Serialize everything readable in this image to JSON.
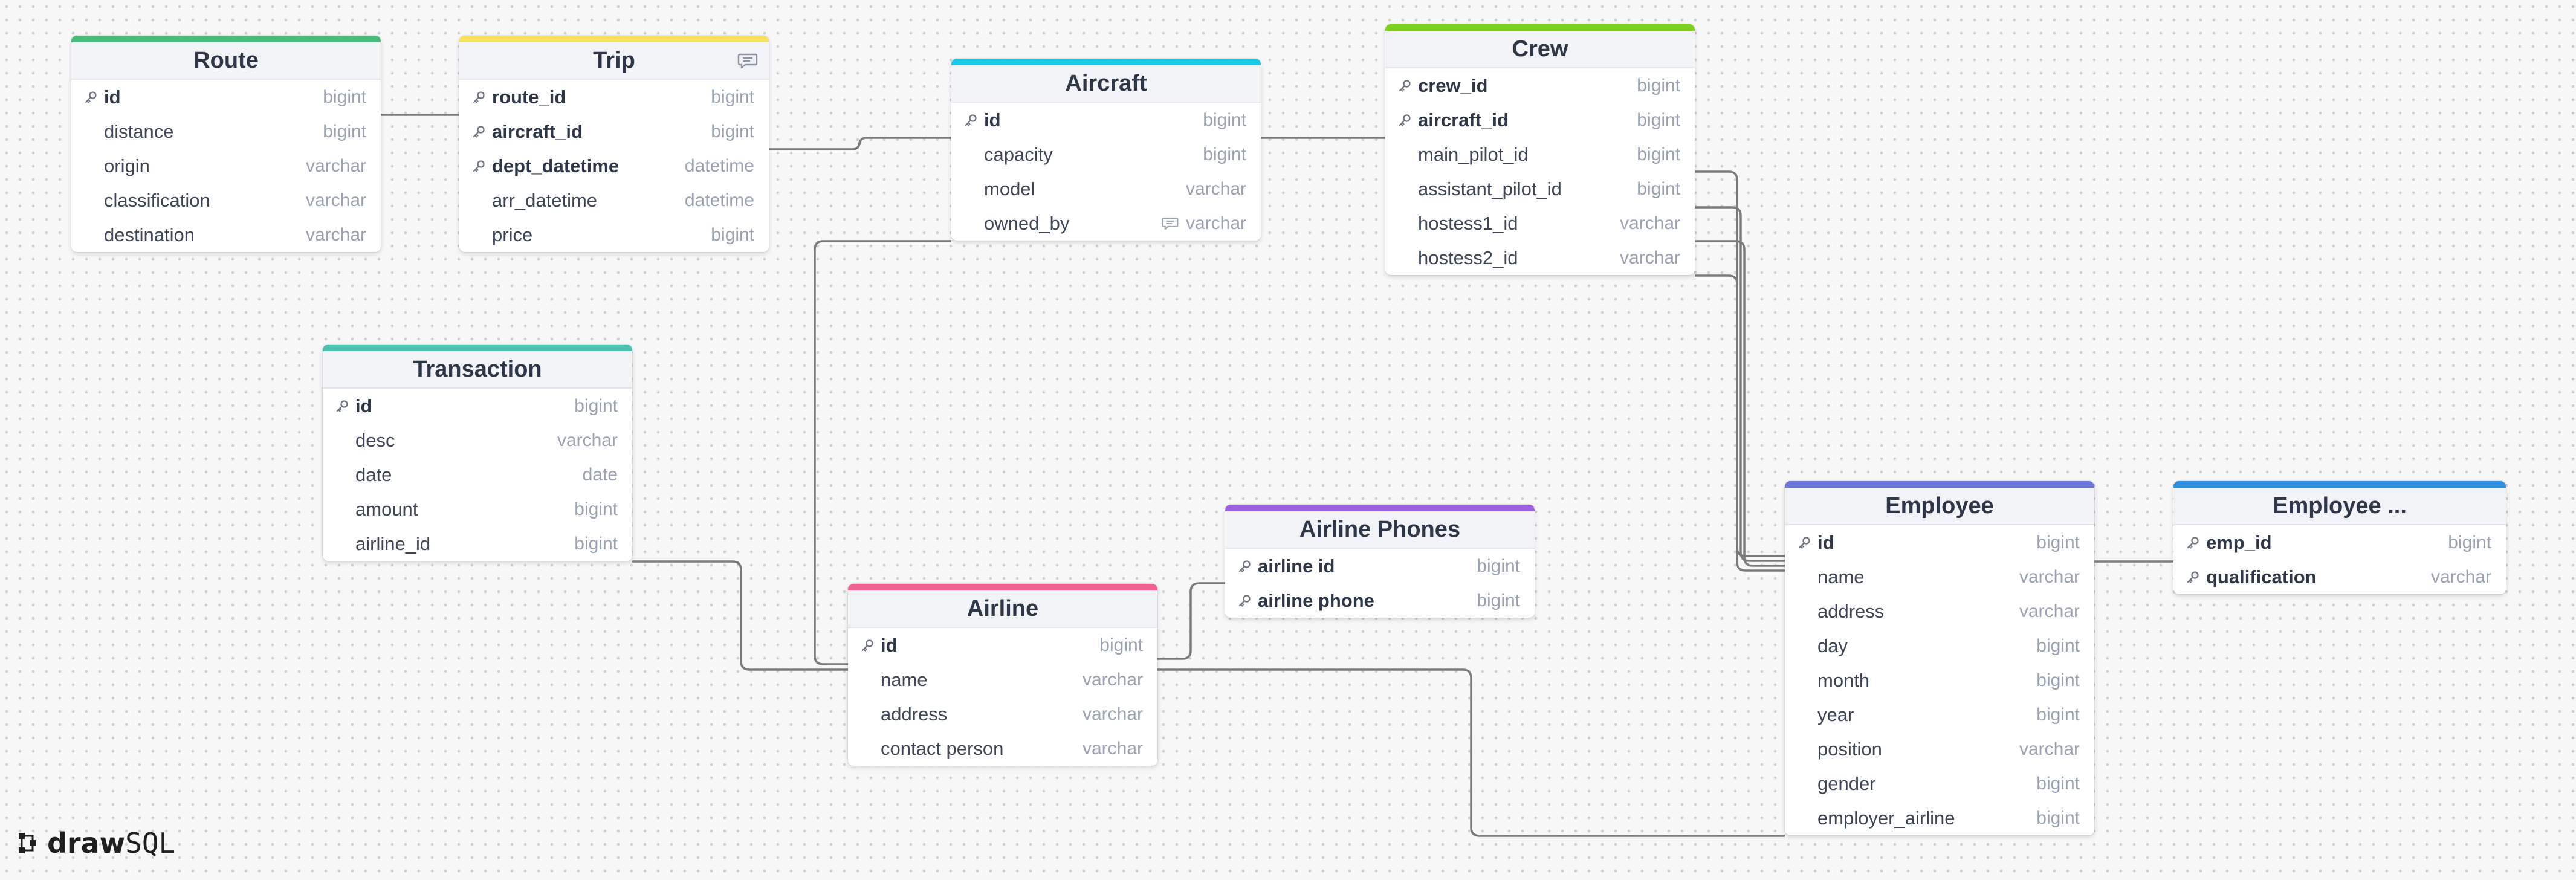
{
  "tables": [
    {
      "id": "route",
      "title": "Route",
      "accent": "#48bb78",
      "columns": [
        {
          "name": "id",
          "type": "bigint",
          "key": true,
          "bold": true
        },
        {
          "name": "distance",
          "type": "bigint"
        },
        {
          "name": "origin",
          "type": "varchar"
        },
        {
          "name": "classification",
          "type": "varchar"
        },
        {
          "name": "destination",
          "type": "varchar"
        }
      ]
    },
    {
      "id": "trip",
      "title": "Trip",
      "accent": "#f6e05e",
      "has_comment": true,
      "columns": [
        {
          "name": "route_id",
          "type": "bigint",
          "key": true,
          "bold": true
        },
        {
          "name": "aircraft_id",
          "type": "bigint",
          "key": true,
          "bold": true
        },
        {
          "name": "dept_datetime",
          "type": "datetime",
          "key": true,
          "bold": true
        },
        {
          "name": "arr_datetime",
          "type": "datetime"
        },
        {
          "name": "price",
          "type": "bigint"
        }
      ]
    },
    {
      "id": "aircraft",
      "title": "Aircraft",
      "accent": "#1ec8e8",
      "columns": [
        {
          "name": "id",
          "type": "bigint",
          "key": true,
          "bold": true
        },
        {
          "name": "capacity",
          "type": "bigint"
        },
        {
          "name": "model",
          "type": "varchar"
        },
        {
          "name": "owned_by",
          "type": "varchar",
          "comment": true
        }
      ]
    },
    {
      "id": "crew",
      "title": "Crew",
      "accent": "#7ccf1f",
      "columns": [
        {
          "name": "crew_id",
          "type": "bigint",
          "key": true,
          "bold": true
        },
        {
          "name": "aircraft_id",
          "type": "bigint",
          "key": true,
          "bold": true
        },
        {
          "name": "main_pilot_id",
          "type": "bigint"
        },
        {
          "name": "assistant_pilot_id",
          "type": "bigint"
        },
        {
          "name": "hostess1_id",
          "type": "varchar"
        },
        {
          "name": "hostess2_id",
          "type": "varchar"
        }
      ]
    },
    {
      "id": "transaction",
      "title": "Transaction",
      "accent": "#4fc1b0",
      "columns": [
        {
          "name": "id",
          "type": "bigint",
          "key": true,
          "bold": true
        },
        {
          "name": "desc",
          "type": "varchar"
        },
        {
          "name": "date",
          "type": "date"
        },
        {
          "name": "amount",
          "type": "bigint"
        },
        {
          "name": "airline_id",
          "type": "bigint"
        }
      ]
    },
    {
      "id": "airline-phones",
      "title": "Airline Phones",
      "accent": "#9f5fe3",
      "columns": [
        {
          "name": "airline id",
          "type": "bigint",
          "key": true,
          "bold": true
        },
        {
          "name": "airline phone",
          "type": "bigint",
          "key": true,
          "bold": true
        }
      ]
    },
    {
      "id": "airline",
      "title": "Airline",
      "accent": "#f06292",
      "columns": [
        {
          "name": "id",
          "type": "bigint",
          "key": true,
          "bold": true
        },
        {
          "name": "name",
          "type": "varchar"
        },
        {
          "name": "address",
          "type": "varchar"
        },
        {
          "name": "contact person",
          "type": "varchar"
        }
      ]
    },
    {
      "id": "employee",
      "title": "Employee",
      "accent": "#6b76d6",
      "columns": [
        {
          "name": "id",
          "type": "bigint",
          "key": true,
          "bold": true
        },
        {
          "name": "name",
          "type": "varchar"
        },
        {
          "name": "address",
          "type": "varchar"
        },
        {
          "name": "day",
          "type": "bigint"
        },
        {
          "name": "month",
          "type": "bigint"
        },
        {
          "name": "year",
          "type": "bigint"
        },
        {
          "name": "position",
          "type": "varchar"
        },
        {
          "name": "gender",
          "type": "bigint"
        },
        {
          "name": "employer_airline",
          "type": "bigint"
        }
      ]
    },
    {
      "id": "employee-qualification",
      "title": "Employee ...",
      "accent": "#2f8fe0",
      "columns": [
        {
          "name": "emp_id",
          "type": "bigint",
          "key": true,
          "bold": true
        },
        {
          "name": "qualification",
          "type": "varchar",
          "key": true,
          "bold": true
        }
      ]
    }
  ],
  "relationships": [
    {
      "from": "route.id",
      "to": "trip.route_id"
    },
    {
      "from": "trip.aircraft_id",
      "to": "aircraft.id"
    },
    {
      "from": "aircraft.id",
      "to": "crew.aircraft_id"
    },
    {
      "from": "aircraft.owned_by",
      "to": "airline.id"
    },
    {
      "from": "transaction.airline_id",
      "to": "airline.id"
    },
    {
      "from": "airline.id",
      "to": "airline-phones.airline id"
    },
    {
      "from": "airline.id",
      "to": "employee.employer_airline"
    },
    {
      "from": "crew.main_pilot_id",
      "to": "employee.id"
    },
    {
      "from": "crew.assistant_pilot_id",
      "to": "employee.id"
    },
    {
      "from": "crew.hostess1_id",
      "to": "employee.id"
    },
    {
      "from": "crew.hostess2_id",
      "to": "employee.id"
    },
    {
      "from": "employee.id",
      "to": "employee-qualification.emp_id"
    }
  ],
  "brand": {
    "draw": "draw",
    "sql": "SQL"
  }
}
